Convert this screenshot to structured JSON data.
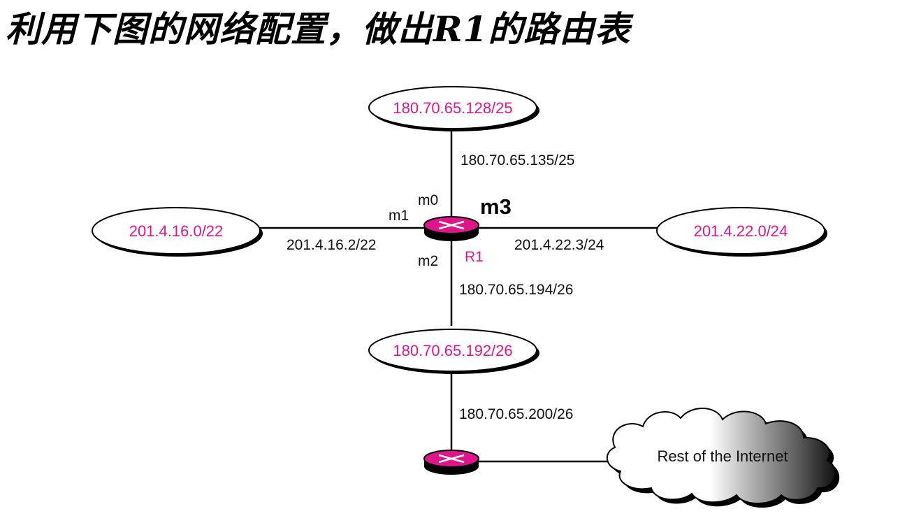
{
  "title": "利用下图的网络配置，做出R1的路由表",
  "colors": {
    "network_text": "#e0158a",
    "router_fill": "#e0158a",
    "line": "#000000"
  },
  "networks": {
    "top": "180.70.65.128/25",
    "left": "201.4.16.0/22",
    "right": "201.4.22.0/24",
    "bottom": "180.70.65.192/26"
  },
  "interfaces": {
    "m0": "m0",
    "m1": "m1",
    "m2": "m2",
    "m3": "m3"
  },
  "addresses": {
    "m0": "180.70.65.135/25",
    "m1": "201.4.16.2/22",
    "m3": "201.4.22.3/24",
    "m2": "180.70.65.194/26",
    "default_router": "180.70.65.200/26"
  },
  "routers": {
    "r1": "R1"
  },
  "cloud": "Rest of the Internet"
}
